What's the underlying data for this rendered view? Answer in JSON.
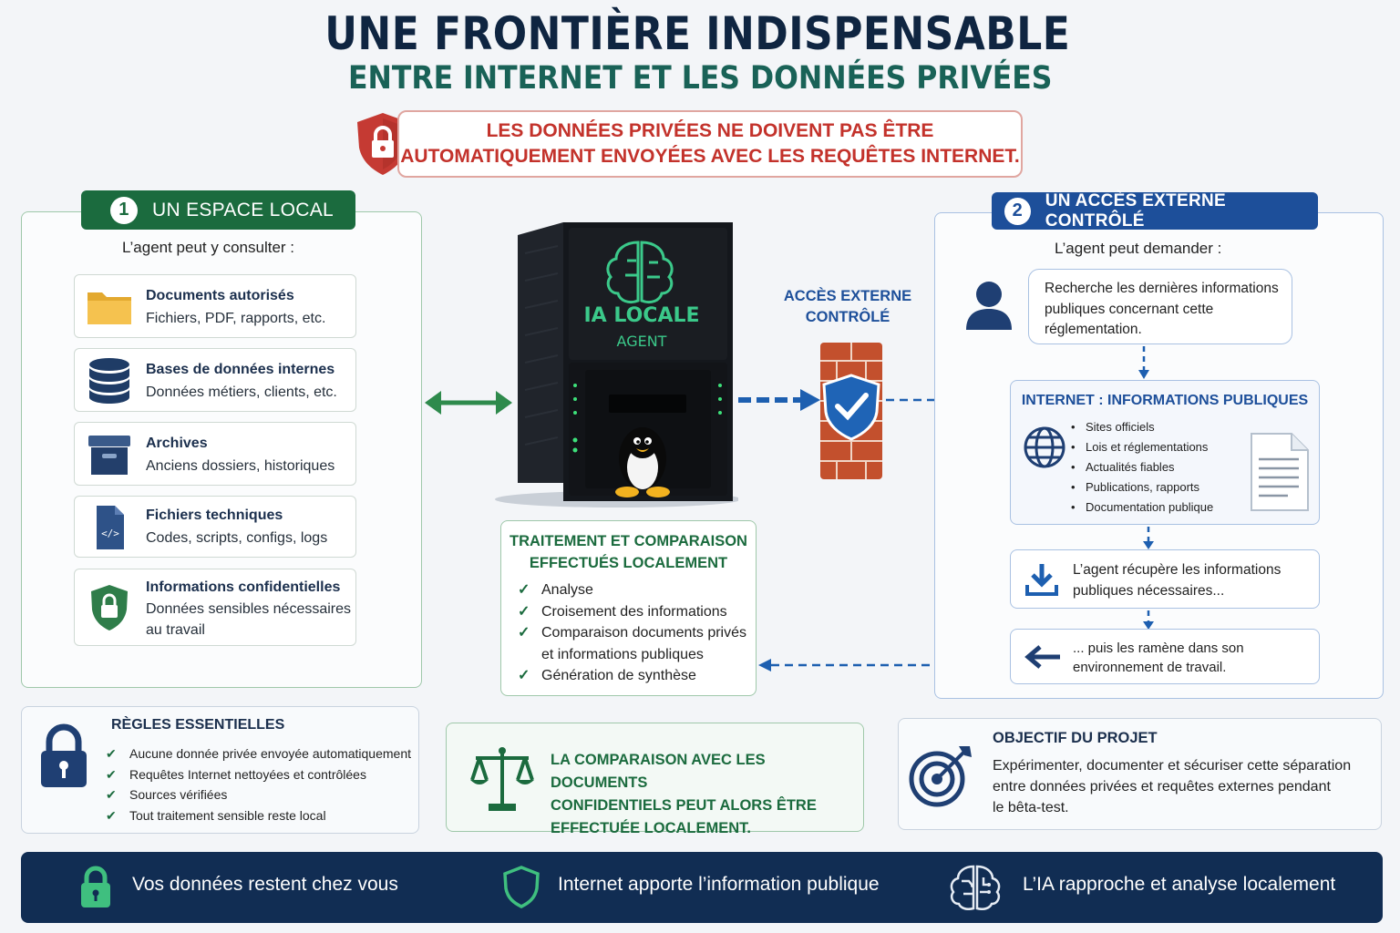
{
  "header": {
    "title": "UNE FRONTIÈRE INDISPENSABLE",
    "subtitle": "ENTRE INTERNET ET LES DONNÉES PRIVÉES"
  },
  "warning": {
    "line1": "LES DONNÉES PRIVÉES NE DOIVENT PAS ÊTRE",
    "line2": "AUTOMATIQUEMENT ENVOYÉES AVEC LES REQUÊTES INTERNET."
  },
  "local": {
    "number": "1",
    "title": "UN ESPACE LOCAL",
    "intro": "L’agent peut y consulter :",
    "items": [
      {
        "title": "Documents autorisés",
        "desc1": "Fichiers, PDF, rapports, etc.",
        "desc2": ""
      },
      {
        "title": "Bases de données internes",
        "desc1": "Données métiers, clients, etc.",
        "desc2": ""
      },
      {
        "title": "Archives",
        "desc1": "Anciens dossiers, historiques",
        "desc2": ""
      },
      {
        "title": "Fichiers techniques",
        "desc1": "Codes, scripts, configs, logs",
        "desc2": ""
      },
      {
        "title": "Informations confidentielles",
        "desc1": "Données sensibles nécessaires",
        "desc2": "au travail"
      }
    ]
  },
  "server": {
    "label1": "IA LOCALE",
    "label2": "AGENT"
  },
  "firewall": {
    "label1": "ACCÈS EXTERNE",
    "label2": "CONTRÔLÉ"
  },
  "processing": {
    "title1": "TRAITEMENT ET COMPARAISON",
    "title2": "EFFECTUÉS LOCALEMENT",
    "items": [
      "Analyse",
      "Croisement des informations",
      "Comparaison documents privés",
      "et informations publiques",
      "Génération de synthèse"
    ]
  },
  "external": {
    "number": "2",
    "title": "UN ACCÈS EXTERNE CONTRÔLÉ",
    "intro": "L’agent peut demander :",
    "bubble": [
      "Recherche les dernières informations",
      "publiques concernant cette",
      "réglementation."
    ],
    "internet_title": "INTERNET : INFORMATIONS PUBLIQUES",
    "internet_items": [
      "Sites officiels",
      "Lois et réglementations",
      "Actualités fiables",
      "Publications, rapports",
      "Documentation publique"
    ],
    "retrieve": [
      "L’agent récupère les informations",
      "publiques nécessaires..."
    ],
    "bring_back": [
      "... puis les ramène dans son",
      "environnement de travail."
    ]
  },
  "rules": {
    "title": "RÈGLES ESSENTIELLES",
    "items": [
      "Aucune donnée privée envoyée automatiquement",
      "Requêtes Internet nettoyées et contrôlées",
      "Sources vérifiées",
      "Tout traitement sensible reste local"
    ]
  },
  "comparison": {
    "line1": "LA COMPARAISON AVEC LES DOCUMENTS",
    "line2": "CONFIDENTIELS PEUT ALORS ÊTRE",
    "line3": "EFFECTUÉE LOCALEMENT."
  },
  "objective": {
    "title": "OBJECTIF DU PROJET",
    "line1": "Expérimenter, documenter et sécuriser cette séparation",
    "line2": "entre données privées et requêtes externes pendant",
    "line3": "le bêta-test."
  },
  "footer": {
    "item1": "Vos données restent chez vous",
    "item2": "Internet apporte l’information publique",
    "item3": "L’IA rapproche et analyse localement"
  },
  "colors": {
    "navy": "#112d53",
    "green": "#1b6b3e",
    "blue": "#1d4f9a",
    "red": "#c3322b",
    "teal": "#196257"
  }
}
